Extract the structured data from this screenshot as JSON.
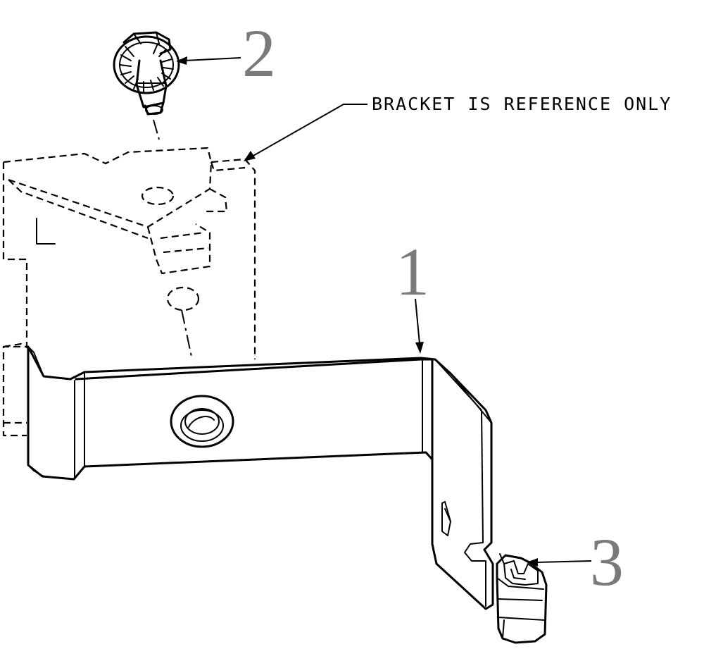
{
  "diagram": {
    "note": "BRACKET IS REFERENCE ONLY",
    "callouts": [
      {
        "label": "1"
      },
      {
        "label": "2"
      },
      {
        "label": "3"
      }
    ],
    "reference_mark": "L"
  }
}
